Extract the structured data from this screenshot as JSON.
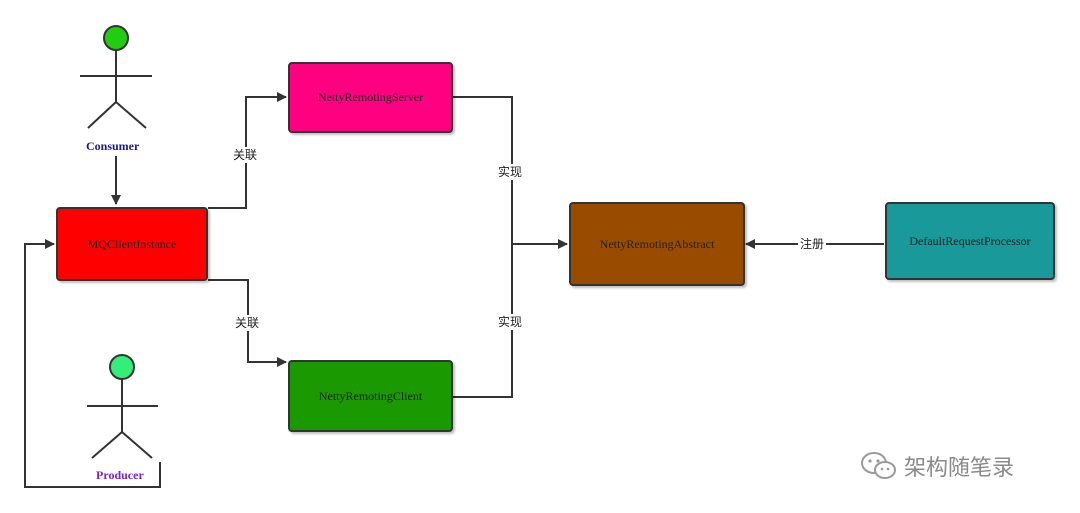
{
  "actors": {
    "consumer": {
      "label": "Consumer",
      "label_color": "#1a1a8c",
      "head_color": "#22cc11"
    },
    "producer": {
      "label": "Producer",
      "label_color": "#7a22cc",
      "head_color": "#33ee77"
    }
  },
  "nodes": {
    "mq_client_instance": {
      "label": "MQClientInstance",
      "color": "#ff0000"
    },
    "netty_remoting_server": {
      "label": "NettyRemotingServer",
      "color": "#ff0080"
    },
    "netty_remoting_client": {
      "label": "NettyRemotingClient",
      "color": "#1a9900"
    },
    "netty_remoting_abstract": {
      "label": "NettyRemotingAbstract",
      "color": "#994c00"
    },
    "default_request_processor": {
      "label": "DefaultRequestProcessor",
      "color": "#199999"
    }
  },
  "edge_labels": {
    "associate_top": "关联",
    "associate_bottom": "关联",
    "implement_top": "实现",
    "implement_bottom": "实现",
    "register": "注册"
  },
  "watermark": {
    "text": "架构随笔录",
    "icon": "wechat-icon"
  }
}
